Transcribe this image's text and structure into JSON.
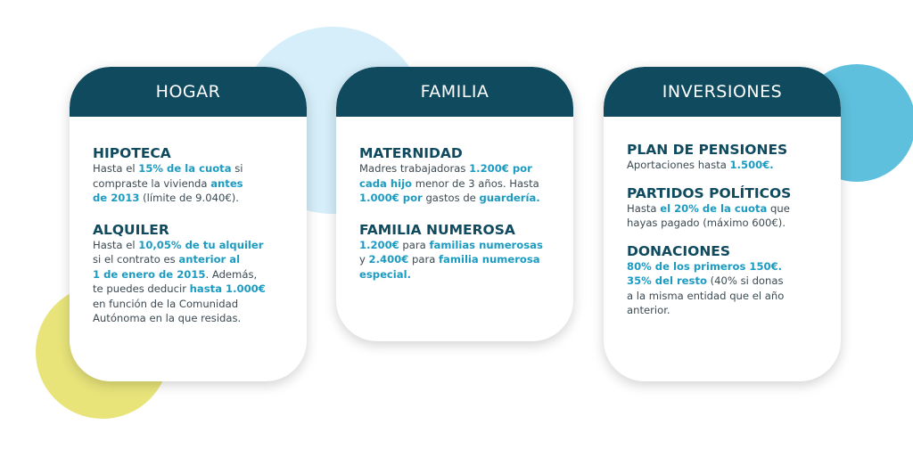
{
  "colors": {
    "header": "#0f4a5e",
    "accent": "#1c9bc2"
  },
  "cards": [
    {
      "title": "HOGAR",
      "sections": [
        {
          "heading": "HIPOTECA",
          "lines": [
            [
              [
                "Hasta el ",
                0
              ],
              [
                "15% de la cuota",
                1
              ],
              [
                " si",
                0
              ]
            ],
            [
              [
                "compraste la vivienda ",
                0
              ],
              [
                "antes",
                1
              ]
            ],
            [
              [
                "de 2013",
                1
              ],
              [
                " (límite de 9.040€).",
                0
              ]
            ]
          ]
        },
        {
          "heading": "ALQUILER",
          "lines": [
            [
              [
                "Hasta el ",
                0
              ],
              [
                "10,05% de tu alquiler",
                1
              ]
            ],
            [
              [
                "si el contrato es ",
                0
              ],
              [
                "anterior al",
                1
              ]
            ],
            [
              [
                "1 de enero de 2015",
                1
              ],
              [
                ". Además,",
                0
              ]
            ],
            [
              [
                "te puedes deducir ",
                0
              ],
              [
                "hasta 1.000€",
                1
              ]
            ],
            [
              [
                "en función de la Comunidad",
                0
              ]
            ],
            [
              [
                "Autónoma en la que residas.",
                0
              ]
            ]
          ]
        }
      ]
    },
    {
      "title": "FAMILIA",
      "sections": [
        {
          "heading": "MATERNIDAD",
          "lines": [
            [
              [
                "Madres trabajadoras ",
                0
              ],
              [
                "1.200€ por",
                1
              ]
            ],
            [
              [
                "cada hijo",
                1
              ],
              [
                " menor de 3 años. Hasta",
                0
              ]
            ],
            [
              [
                "1.000€ por",
                1
              ],
              [
                " gastos de ",
                0
              ],
              [
                "guardería.",
                1
              ]
            ]
          ]
        },
        {
          "heading": "FAMILIA NUMEROSA",
          "lines": [
            [
              [
                "1.200€",
                1
              ],
              [
                " para ",
                0
              ],
              [
                "familias numerosas",
                1
              ]
            ],
            [
              [
                "y ",
                0
              ],
              [
                "2.400€",
                1
              ],
              [
                " para ",
                0
              ],
              [
                "familia numerosa",
                1
              ]
            ],
            [
              [
                "especial.",
                1
              ]
            ]
          ]
        }
      ]
    },
    {
      "title": "INVERSIONES",
      "sections": [
        {
          "heading": "PLAN DE PENSIONES",
          "lines": [
            [
              [
                "Aportaciones hasta ",
                0
              ],
              [
                "1.500€.",
                1
              ]
            ]
          ]
        },
        {
          "heading": "PARTIDOS POLÍTICOS",
          "lines": [
            [
              [
                "Hasta ",
                0
              ],
              [
                "el 20% de la cuota",
                1
              ],
              [
                " que",
                0
              ]
            ],
            [
              [
                "hayas pagado (máximo 600€).",
                0
              ]
            ]
          ]
        },
        {
          "heading": "DONACIONES",
          "lines": [
            [
              [
                "80% de los primeros 150€.",
                1
              ]
            ],
            [
              [
                "35% del resto",
                1
              ],
              [
                " (40% si donas",
                0
              ]
            ],
            [
              [
                "a la misma entidad que el año",
                0
              ]
            ],
            [
              [
                "anterior.",
                0
              ]
            ]
          ]
        }
      ]
    }
  ]
}
